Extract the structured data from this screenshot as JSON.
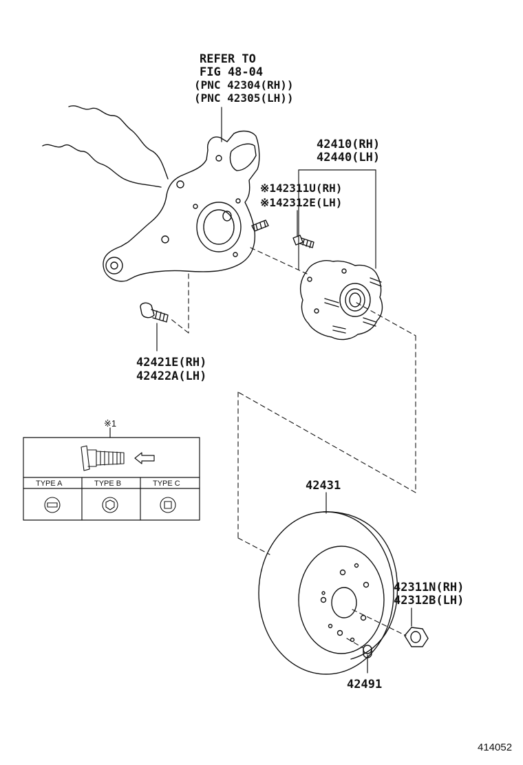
{
  "refer": {
    "line1": "REFER TO",
    "line2": "FIG 48-04",
    "line3": "(PNC 42304(RH))",
    "line4": "(PNC 42305(LH))"
  },
  "hub": {
    "rh": "42410(RH)",
    "lh": "42440(LH)"
  },
  "stud": {
    "rh": "※142311U(RH)",
    "lh": "※142312E(LH)"
  },
  "bolt": {
    "rh": "42421E(RH)",
    "lh": "42422A(LH)"
  },
  "inset": {
    "marker": "※1",
    "types": [
      "TYPE A",
      "TYPE B",
      "TYPE C"
    ]
  },
  "disc": {
    "part": "42431"
  },
  "nut": {
    "rh": "42311N(RH)",
    "lh": "42312B(LH)"
  },
  "plug": {
    "part": "42491"
  },
  "figure_number": "414052"
}
